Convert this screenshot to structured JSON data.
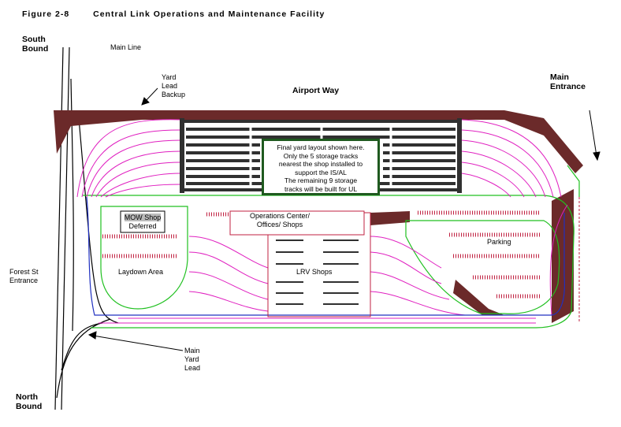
{
  "figure": {
    "number": "Figure 2-8",
    "title": "Central Link Operations and Maintenance Facility"
  },
  "labels": {
    "south_bound": "South\nBound",
    "north_bound": "North\nBound",
    "main_line": "Main Line",
    "yard_lead_backup": "Yard\nLead\nBackup",
    "airport_way": "Airport Way",
    "main_entrance": "Main\nEntrance",
    "forest_st_entrance": "Forest St\nEntrance",
    "main_yard_lead": "Main\nYard\nLead",
    "mow_shop": "MOW Shop",
    "mow_deferred": "Deferred",
    "laydown_area": "Laydown Area",
    "operations_center": "Operations Center/\nOffices/ Shops",
    "lrv_shops": "LRV Shops",
    "parking": "Parking"
  },
  "note": {
    "lines": [
      "Final yard layout shown here.",
      "Only the 5 storage tracks",
      "nearest the shop installed to",
      "support the IS/AL",
      "The remaining 9 storage",
      "tracks will be built for UL"
    ]
  },
  "colors": {
    "track_magenta": "#e020c0",
    "boundary_green": "#20c020",
    "storage_dark": "#303030",
    "berm_brown": "#6b2a2a",
    "note_border": "#1f5a1f",
    "road_blue": "#2030c0",
    "building_red": "#c02040"
  }
}
